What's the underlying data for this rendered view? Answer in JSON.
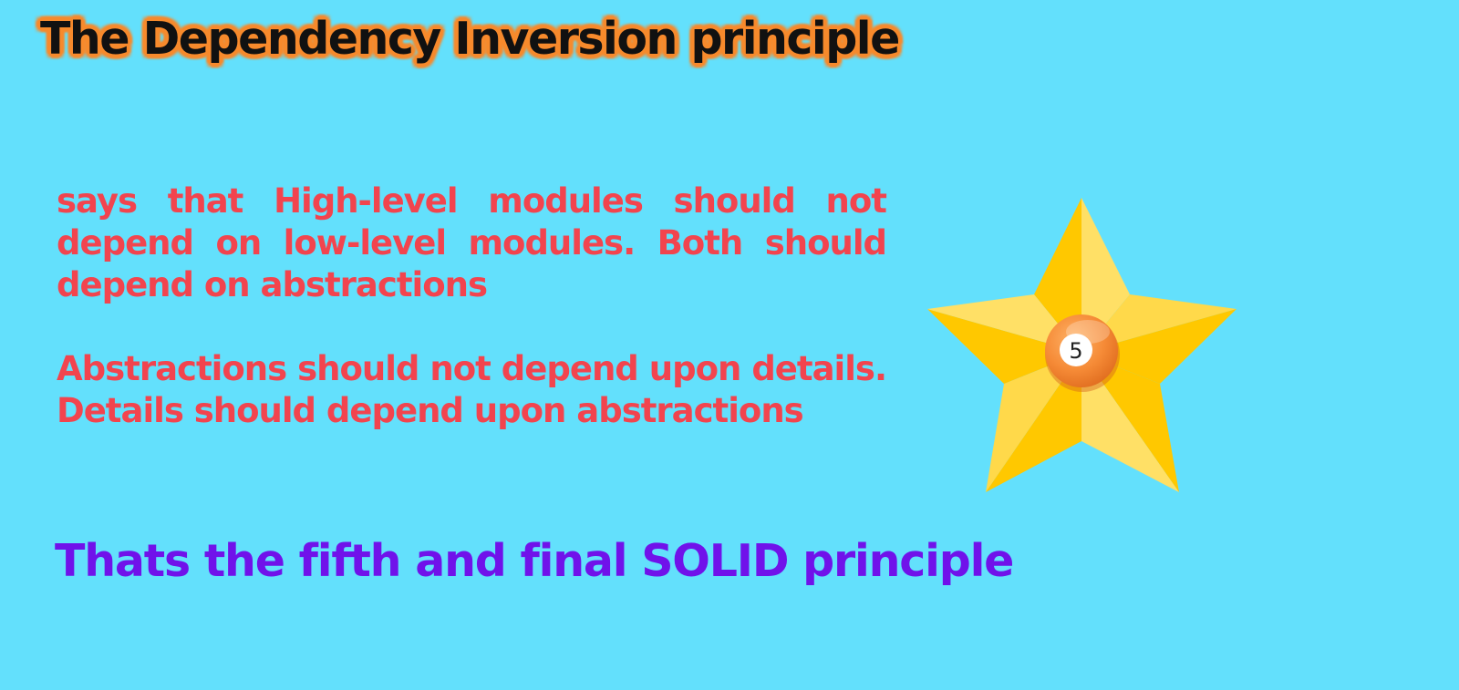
{
  "slide": {
    "title": "The Dependency Inversion principle",
    "paragraph_1": "says that High-level modules should not depend on low-level modules. Both should depend on abstractions",
    "paragraph_2": "Abstractions should not depend upon details. Details should depend upon abstractions",
    "closing": "Thats the fifth and final SOLID principle"
  },
  "star_badge": {
    "icon": "star-icon",
    "number": "5"
  },
  "colors": {
    "background": "#63e0fc",
    "title_text": "#111111",
    "title_glow": "#f78a2c",
    "body_text": "#f2444e",
    "closing_text": "#7012ea",
    "star_light": "#ffe066",
    "star_dark": "#ffc800",
    "badge": "#f58a36"
  }
}
